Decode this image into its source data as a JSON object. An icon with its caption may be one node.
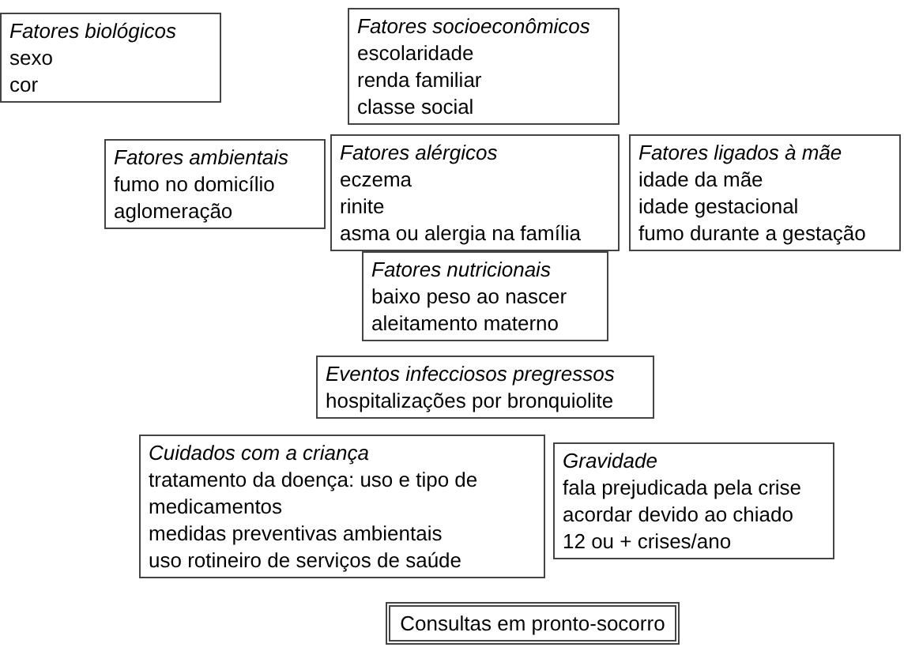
{
  "diagram": {
    "nodes": [
      {
        "text": [
          "Fatores biológicos",
          "sexo",
          "cor"
        ]
      },
      {
        "text": [
          "Fatores socioeconômicos",
          "escolaridade",
          "renda familiar",
          "classe social"
        ]
      },
      {
        "text": [
          "Fatores ambientais",
          "fumo no domicílio",
          "aglomeração"
        ]
      },
      {
        "text": [
          "Fatores alérgicos",
          "eczema",
          "rinite",
          "asma ou alergia na família"
        ]
      },
      {
        "text": [
          "Fatores ligados à mãe",
          "idade da mãe",
          "idade gestacional",
          "fumo durante a gestação"
        ]
      },
      {
        "text": [
          "Fatores nutricionais",
          "baixo peso ao nascer",
          "aleitamento materno"
        ]
      },
      {
        "text": [
          "Eventos infecciosos pregressos",
          "hospitalizações por bronquiolite"
        ]
      },
      {
        "text": [
          "Cuidados com a criança",
          "tratamento da doença: uso e tipo de medicamentos",
          "medidas preventivas ambientais",
          "uso rotineiro de serviços de saúde"
        ]
      },
      {
        "text": [
          "Gravidade",
          "fala prejudicada pela crise",
          "acordar devido ao chiado",
          "12 ou + crises/ano"
        ]
      },
      {
        "text": [
          "Consultas em pronto-socorro"
        ]
      }
    ]
  }
}
